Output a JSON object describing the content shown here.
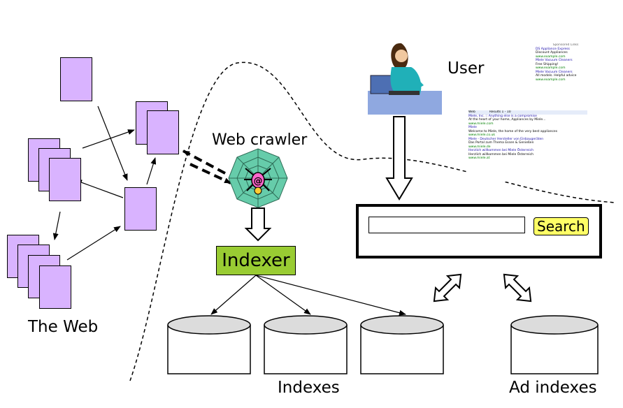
{
  "labels": {
    "the_web": "The Web",
    "web_crawler": "Web crawler",
    "user": "User",
    "indexer": "Indexer",
    "indexes": "Indexes",
    "ad_indexes": "Ad indexes",
    "search_button": "Search"
  },
  "colors": {
    "page_fill": "#d9b3ff",
    "indexer_fill": "#99cc33",
    "search_button_fill": "#ffff66",
    "spider_web_fill": "#66ccaa"
  },
  "icons": [
    "spider-web-icon",
    "user-at-computer-icon"
  ]
}
